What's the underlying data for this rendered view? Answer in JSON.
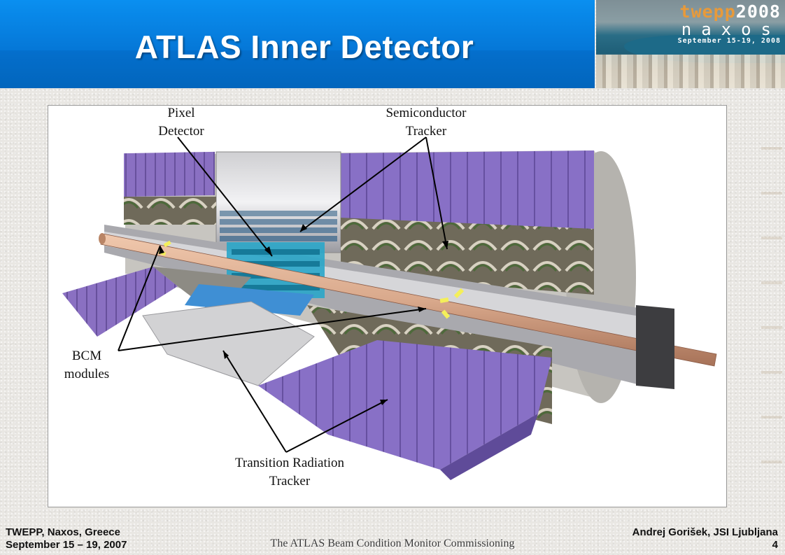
{
  "title": "ATLAS Inner Detector",
  "banner": {
    "line1_a": "twepp",
    "line1_b": "2008",
    "line2": "naxos",
    "line3": "September 15-19, 2008"
  },
  "figure": {
    "labels": {
      "pixel_1": "Pixel",
      "pixel_2": "Detector",
      "sct_1": "Semiconductor",
      "sct_2": "Tracker",
      "bcm_1": "BCM",
      "bcm_2": "modules",
      "trt_1": "Transition Radiation",
      "trt_2": "Tracker"
    },
    "colors": {
      "module": "#8a70c2",
      "frame": "#b9b9bd",
      "beampipe": "#d9a98c",
      "pixel": "#2aa6c9"
    }
  },
  "footer": {
    "left_line1": "TWEPP, Naxos, Greece",
    "left_line2": "September 15 – 19, 2007",
    "center": "The ATLAS Beam Condition Monitor Commissioning",
    "right_line1": "Andrej Gorišek, JSI Ljubljana",
    "right_line2": "4"
  }
}
